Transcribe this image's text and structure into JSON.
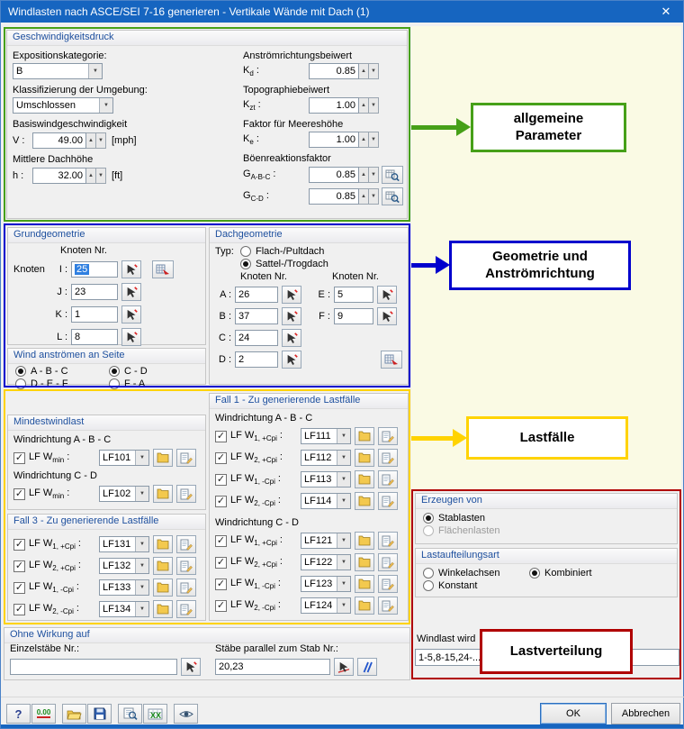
{
  "window": {
    "title": "Windlasten nach ASCE/SEI 7-16 generieren - Vertikale Wände mit Dach  (1)",
    "close_glyph": "✕"
  },
  "ui": {
    "colon": " :"
  },
  "glyphs": {
    "check": "✓",
    "up": "▲",
    "down": "▼",
    "dropdown": "▼"
  },
  "colors": {
    "titlebar": "#1665c0",
    "panel": "#fafae4",
    "outline_green": "#46a018",
    "outline_blue": "#0000cd",
    "outline_yellow": "#ffd300",
    "outline_red": "#b00000"
  },
  "speed": {
    "title": "Geschwindigkeitsdruck",
    "expo_label": "Expositionskategorie:",
    "expo_value": "B",
    "umgebung_label": "Klassifizierung der Umgebung:",
    "umgebung_value": "Umschlossen",
    "v_title": "Basiswindgeschwindigkeit",
    "v_sym": "V :",
    "v_value": "49.00",
    "v_unit": "[mph]",
    "h_title": "Mittlere Dachhöhe",
    "h_sym": "h :",
    "h_value": "32.00",
    "h_unit": "[ft]",
    "kd_title": "Anströmrichtungsbeiwert",
    "kd_main": "K",
    "kd_sub": "d",
    "kd_value": "0.85",
    "kzt_title": "Topographiebeiwert",
    "kzt_main": "K",
    "kzt_sub": "zt",
    "kzt_value": "1.00",
    "ke_title": "Faktor für Meereshöhe",
    "ke_main": "K",
    "ke_sub": "e",
    "ke_value": "1.00",
    "g_title": "Böenreaktionsfaktor",
    "gabc_main": "G",
    "gabc_sub": "A-B-C",
    "gabc_value": "0.85",
    "gcd_main": "G",
    "gcd_sub": "C-D",
    "gcd_value": "0.85"
  },
  "grund": {
    "title": "Grundgeometrie",
    "knoten_nr": "Knoten Nr.",
    "knoten": "Knoten",
    "rows": [
      {
        "label": "I :",
        "value": "25"
      },
      {
        "label": "J :",
        "value": "23"
      },
      {
        "label": "K :",
        "value": "1"
      },
      {
        "label": "L :",
        "value": "8"
      }
    ]
  },
  "dach": {
    "title": "Dachgeometrie",
    "typ_label": "Typ:",
    "typ_options": [
      {
        "label": "Flach-/Pultdach",
        "selected": false
      },
      {
        "label": "Sattel-/Trogdach",
        "selected": true
      }
    ],
    "knoten_nr": "Knoten Nr.",
    "left_rows": [
      {
        "label": "A :",
        "value": "26"
      },
      {
        "label": "B :",
        "value": "37"
      },
      {
        "label": "C :",
        "value": "24"
      },
      {
        "label": "D :",
        "value": "2"
      }
    ],
    "right_rows": [
      {
        "label": "E :",
        "value": "5"
      },
      {
        "label": "F :",
        "value": "9"
      }
    ]
  },
  "wind_side": {
    "title": "Wind anströmen an Seite",
    "options": [
      {
        "label": "A - B - C",
        "selected": true
      },
      {
        "label": "C - D",
        "selected": true
      },
      {
        "label": "D - E - F",
        "selected": false
      },
      {
        "label": "F - A",
        "selected": false
      }
    ]
  },
  "min_load": {
    "title": "Mindestwindlast",
    "dir_abc": "Windrichtung A - B - C",
    "dir_cd": "Windrichtung C - D",
    "lf_main": "LF W",
    "row_abc": {
      "sub": "min",
      "value": "LF101"
    },
    "row_cd": {
      "sub": "min",
      "value": "LF102"
    }
  },
  "fall1": {
    "title": "Fall 1 - Zu generierende Lastfälle",
    "dir_abc": "Windrichtung A - B - C",
    "dir_cd": "Windrichtung C - D",
    "rows_abc": [
      {
        "main": "LF W",
        "sub": "1, +Cpi",
        "value": "LF111"
      },
      {
        "main": "LF W",
        "sub": "2, +Cpi",
        "value": "LF112"
      },
      {
        "main": "LF W",
        "sub": "1, -Cpi",
        "value": "LF113"
      },
      {
        "main": "LF W",
        "sub": "2, -Cpi",
        "value": "LF114"
      }
    ],
    "rows_cd": [
      {
        "main": "LF W",
        "sub": "1, +Cpi",
        "value": "LF121"
      },
      {
        "main": "LF W",
        "sub": "2, +Cpi",
        "value": "LF122"
      },
      {
        "main": "LF W",
        "sub": "1, -Cpi",
        "value": "LF123"
      },
      {
        "main": "LF W",
        "sub": "2, -Cpi",
        "value": "LF124"
      }
    ]
  },
  "fall3": {
    "title": "Fall 3 - Zu generierende Lastfälle",
    "rows": [
      {
        "main": "LF W",
        "sub": "1, +Cpi",
        "value": "LF131"
      },
      {
        "main": "LF W",
        "sub": "2, +Cpi",
        "value": "LF132"
      },
      {
        "main": "LF W",
        "sub": "1, -Cpi",
        "value": "LF133"
      },
      {
        "main": "LF W",
        "sub": "2, -Cpi",
        "value": "LF134"
      }
    ]
  },
  "erzeugen": {
    "title": "Erzeugen von",
    "options": [
      {
        "label": "Stablasten",
        "selected": true,
        "disabled": false
      },
      {
        "label": "Flächenlasten",
        "selected": false,
        "disabled": true
      }
    ],
    "selected": "Stablasten"
  },
  "aufteilung": {
    "title": "Lastaufteilungsart",
    "options": [
      {
        "label": "Winkelachsen",
        "selected": false
      },
      {
        "label": "Kombiniert",
        "selected": true
      },
      {
        "label": "Konstant",
        "selected": false
      }
    ],
    "selected": "Kombiniert"
  },
  "ohne": {
    "title": "Ohne Wirkung auf",
    "einzel_label": "Einzelstäbe Nr.:",
    "einzel_value": "",
    "parallel_label": "Stäbe parallel zum Stab Nr.:",
    "parallel_value": "20,23"
  },
  "windlast": {
    "label": "Windlast wird",
    "value": "1-5,8-15,24-..."
  },
  "callouts": {
    "params": "allgemeine Parameter",
    "geometrie": "Geometrie und Anströmrichtung",
    "lastfaelle": "Lastfälle",
    "lastverteilung": "Lastverteilung"
  },
  "footer": {
    "ok": "OK",
    "cancel": "Abbrechen",
    "help_label": "?",
    "calc_label": "0.00",
    "table_label": "XX"
  }
}
